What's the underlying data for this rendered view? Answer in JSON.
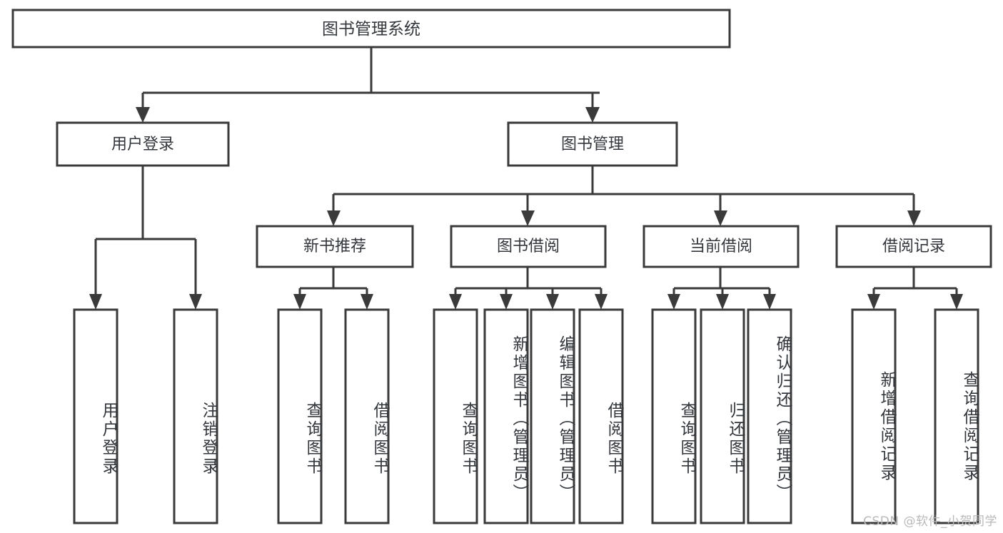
{
  "diagram": {
    "type": "tree-hierarchy",
    "title": "图书管理系统",
    "watermark": "CSDN @软件_小贺同学",
    "colors": {
      "stroke": "#3a3a3a",
      "text": "#33373c",
      "background": "#ffffff",
      "watermark": "#b9b9b9"
    },
    "levels": {
      "root": {
        "label": "图书管理系统"
      },
      "level2": [
        {
          "id": "user-login",
          "label": "用户登录"
        },
        {
          "id": "book-manage",
          "label": "图书管理"
        }
      ],
      "level3": [
        {
          "id": "new-book-recommend",
          "label": "新书推荐",
          "parent": "book-manage"
        },
        {
          "id": "book-borrow",
          "label": "图书借阅",
          "parent": "book-manage"
        },
        {
          "id": "current-borrow",
          "label": "当前借阅",
          "parent": "book-manage"
        },
        {
          "id": "borrow-record",
          "label": "借阅记录",
          "parent": "book-manage"
        }
      ],
      "leaves": [
        {
          "id": "leaf-user-login",
          "label": "用户登录",
          "parent": "user-login"
        },
        {
          "id": "leaf-logout-login",
          "label": "注销登录",
          "parent": "user-login"
        },
        {
          "id": "leaf-query-book-1",
          "label": "查询图书",
          "parent": "new-book-recommend"
        },
        {
          "id": "leaf-borrow-book-1",
          "label": "借阅图书",
          "parent": "new-book-recommend"
        },
        {
          "id": "leaf-query-book-2",
          "label": "查询图书",
          "parent": "book-borrow"
        },
        {
          "id": "leaf-add-book",
          "label": "新增图书（管理员）",
          "parent": "book-borrow"
        },
        {
          "id": "leaf-edit-book",
          "label": "编辑图书（管理员）",
          "parent": "book-borrow"
        },
        {
          "id": "leaf-borrow-book-2",
          "label": "借阅图书",
          "parent": "book-borrow"
        },
        {
          "id": "leaf-query-book-3",
          "label": "查询图书",
          "parent": "current-borrow"
        },
        {
          "id": "leaf-return-book",
          "label": "归还图书",
          "parent": "current-borrow"
        },
        {
          "id": "leaf-confirm-return",
          "label": "确认归还（管理员）",
          "parent": "current-borrow"
        },
        {
          "id": "leaf-add-record",
          "label": "新增借阅记录",
          "parent": "borrow-record"
        },
        {
          "id": "leaf-query-record",
          "label": "查询借阅记录",
          "parent": "borrow-record"
        }
      ]
    }
  }
}
